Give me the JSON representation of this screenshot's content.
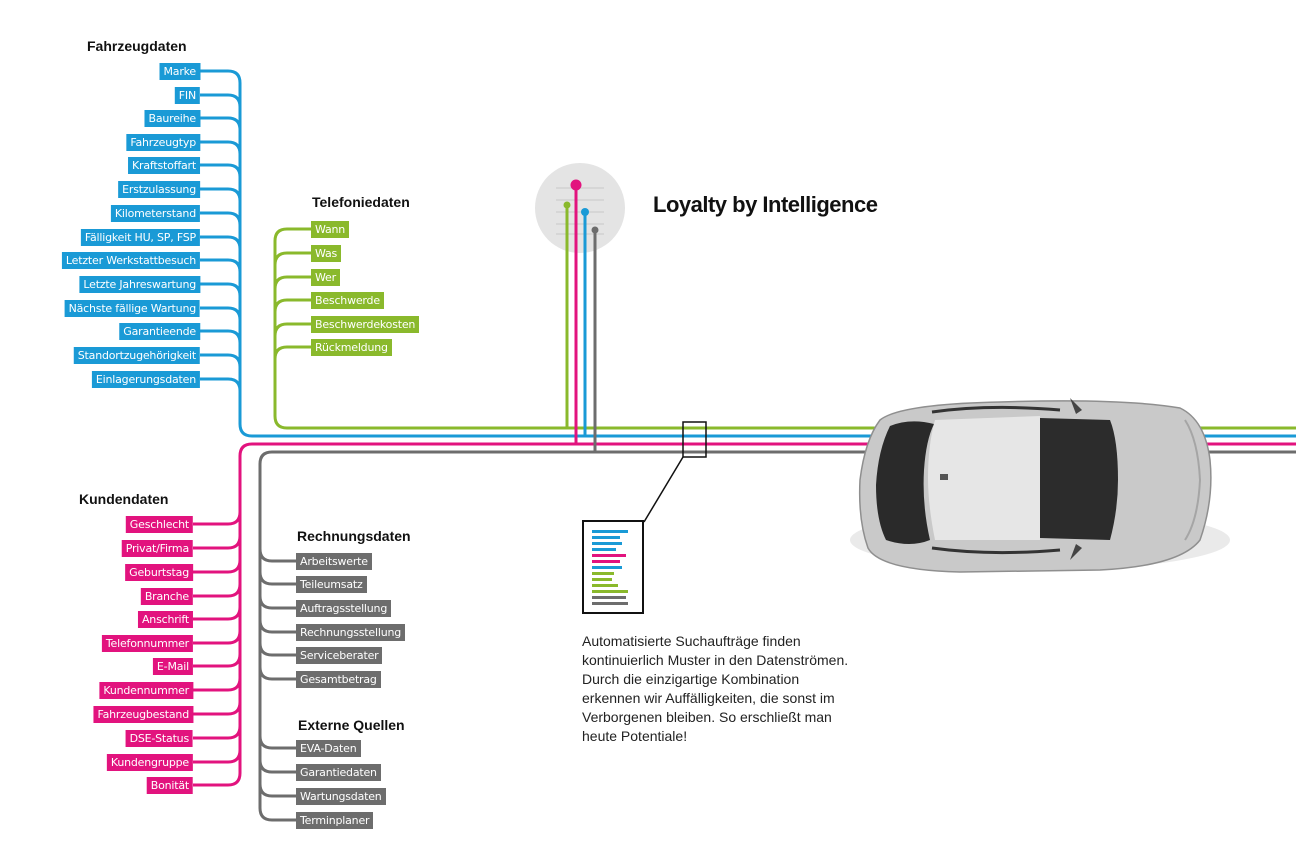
{
  "title": "Loyalty by Intelligence",
  "description_lines": [
    "Automatisierte Suchaufträge finden",
    "kontinuierlich Muster in den Datenströmen.",
    "Durch die einzigartige Kombination",
    "erkennen wir Auffälligkeiten, die sonst im",
    "Verborgenen bleiben. So erschließt man",
    "heute Potentiale!"
  ],
  "colors": {
    "fahrzeugdaten": "#1a9ad6",
    "telefoniedaten": "#8ab92c",
    "kundendaten": "#e2137e",
    "rechnungsdaten": "#6d6d6d",
    "externe_quellen": "#6d6d6d"
  },
  "groups": {
    "fahrzeugdaten": {
      "heading": "Fahrzeugdaten",
      "items": [
        "Marke",
        "FIN",
        "Baureihe",
        "Fahrzeugtyp",
        "Kraftstoffart",
        "Erstzulassung",
        "Kilometerstand",
        "Fälligkeit HU, SP, FSP",
        "Letzter Werkstattbesuch",
        "Letzte Jahreswartung",
        "Nächste fällige Wartung",
        "Garantieende",
        "Standortzugehörigkeit",
        "Einlagerungsdaten"
      ]
    },
    "telefoniedaten": {
      "heading": "Telefoniedaten",
      "items": [
        "Wann",
        "Was",
        "Wer",
        "Beschwerde",
        "Beschwerdekosten",
        "Rückmeldung"
      ]
    },
    "kundendaten": {
      "heading": "Kundendaten",
      "items": [
        "Geschlecht",
        "Privat/Firma",
        "Geburtstag",
        "Branche",
        "Anschrift",
        "Telefonnummer",
        "E-Mail",
        "Kundennummer",
        "Fahrzeugbestand",
        "DSE-Status",
        "Kundengruppe",
        "Bonität"
      ]
    },
    "rechnungsdaten": {
      "heading": "Rechnungsdaten",
      "items": [
        "Arbeitswerte",
        "Teileumsatz",
        "Auftragsstellung",
        "Rechnungsstellung",
        "Serviceberater",
        "Gesamtbetrag"
      ]
    },
    "externe_quellen": {
      "heading": "Externe Quellen",
      "items": [
        "EVA-Daten",
        "Garantiedaten",
        "Wartungsdaten",
        "Terminplaner"
      ]
    }
  }
}
